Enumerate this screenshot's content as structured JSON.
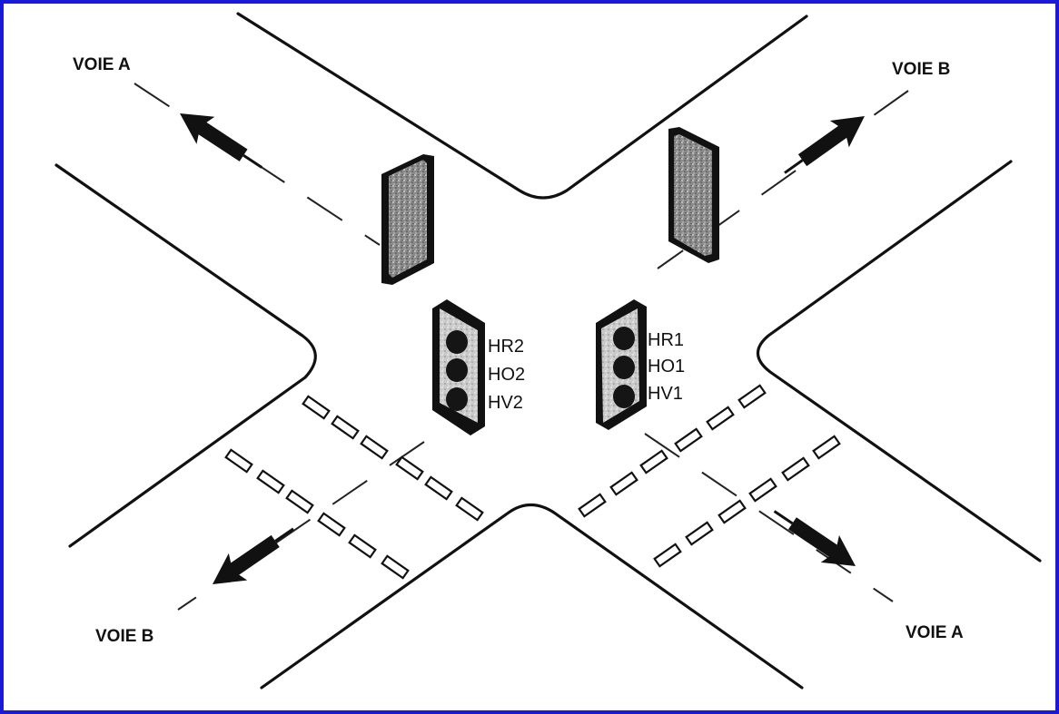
{
  "labels": {
    "voie_a_top": "VOIE A",
    "voie_b_top": "VOIE B",
    "voie_b_bottom": "VOIE B",
    "voie_a_bottom": "VOIE A"
  },
  "signals": {
    "left": {
      "red": "HR2",
      "orange": "HO2",
      "green": "HV2"
    },
    "right": {
      "red": "HR1",
      "orange": "HO1",
      "green": "HV1"
    }
  },
  "colors": {
    "frame": "#1a1ad6",
    "ink": "#111111"
  }
}
